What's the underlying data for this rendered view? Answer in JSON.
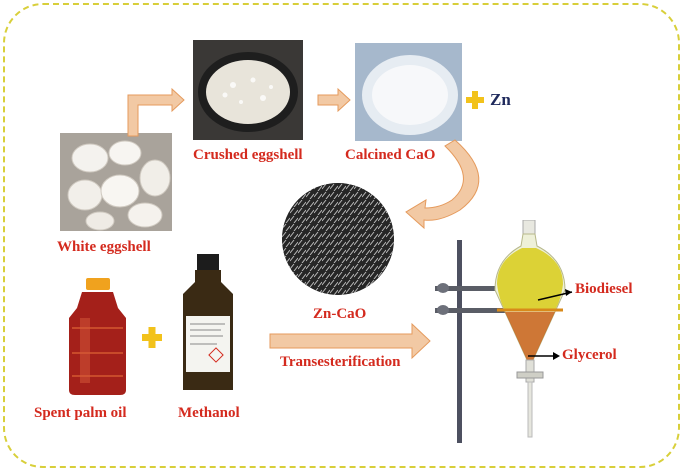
{
  "labels": {
    "white_eggshell": "White eggshell",
    "crushed_eggshell": "Crushed  eggshell",
    "calcined_cao": "Calcined  CaO",
    "zn": "Zn",
    "zn_cao": "Zn-CaO",
    "spent_palm_oil": "Spent palm  oil",
    "methanol": "Methanol",
    "transesterification": "Transesterification",
    "biodiesel": "Biodiesel",
    "glycerol": "Glycerol"
  },
  "colors": {
    "frame_dash": "#d8cf3a",
    "label_red": "#d42a1e",
    "label_dark": "#1f2a5c",
    "arrow_fill": "#f2c9a4",
    "arrow_stroke": "#e59a5c",
    "plus_yellow": "#f2c21b"
  }
}
